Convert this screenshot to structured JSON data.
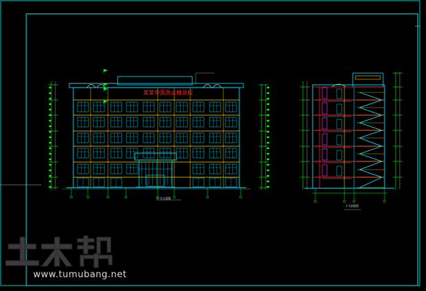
{
  "drawing": {
    "background": "#000000",
    "frame_color": "#00c8c8",
    "facade_color": "#00e5ff",
    "accent_red": "#ff2020",
    "accent_yellow": "#ffd400",
    "accent_green": "#00ff00",
    "accent_magenta": "#ff40ff",
    "elevation_sign": "某某中国办公楼总校",
    "elevation_caption": "①-⑬立面图",
    "section_caption": "1-1剖面图"
  },
  "watermark": {
    "logo_text": "土木帮",
    "url": "www.tumubang.net"
  }
}
